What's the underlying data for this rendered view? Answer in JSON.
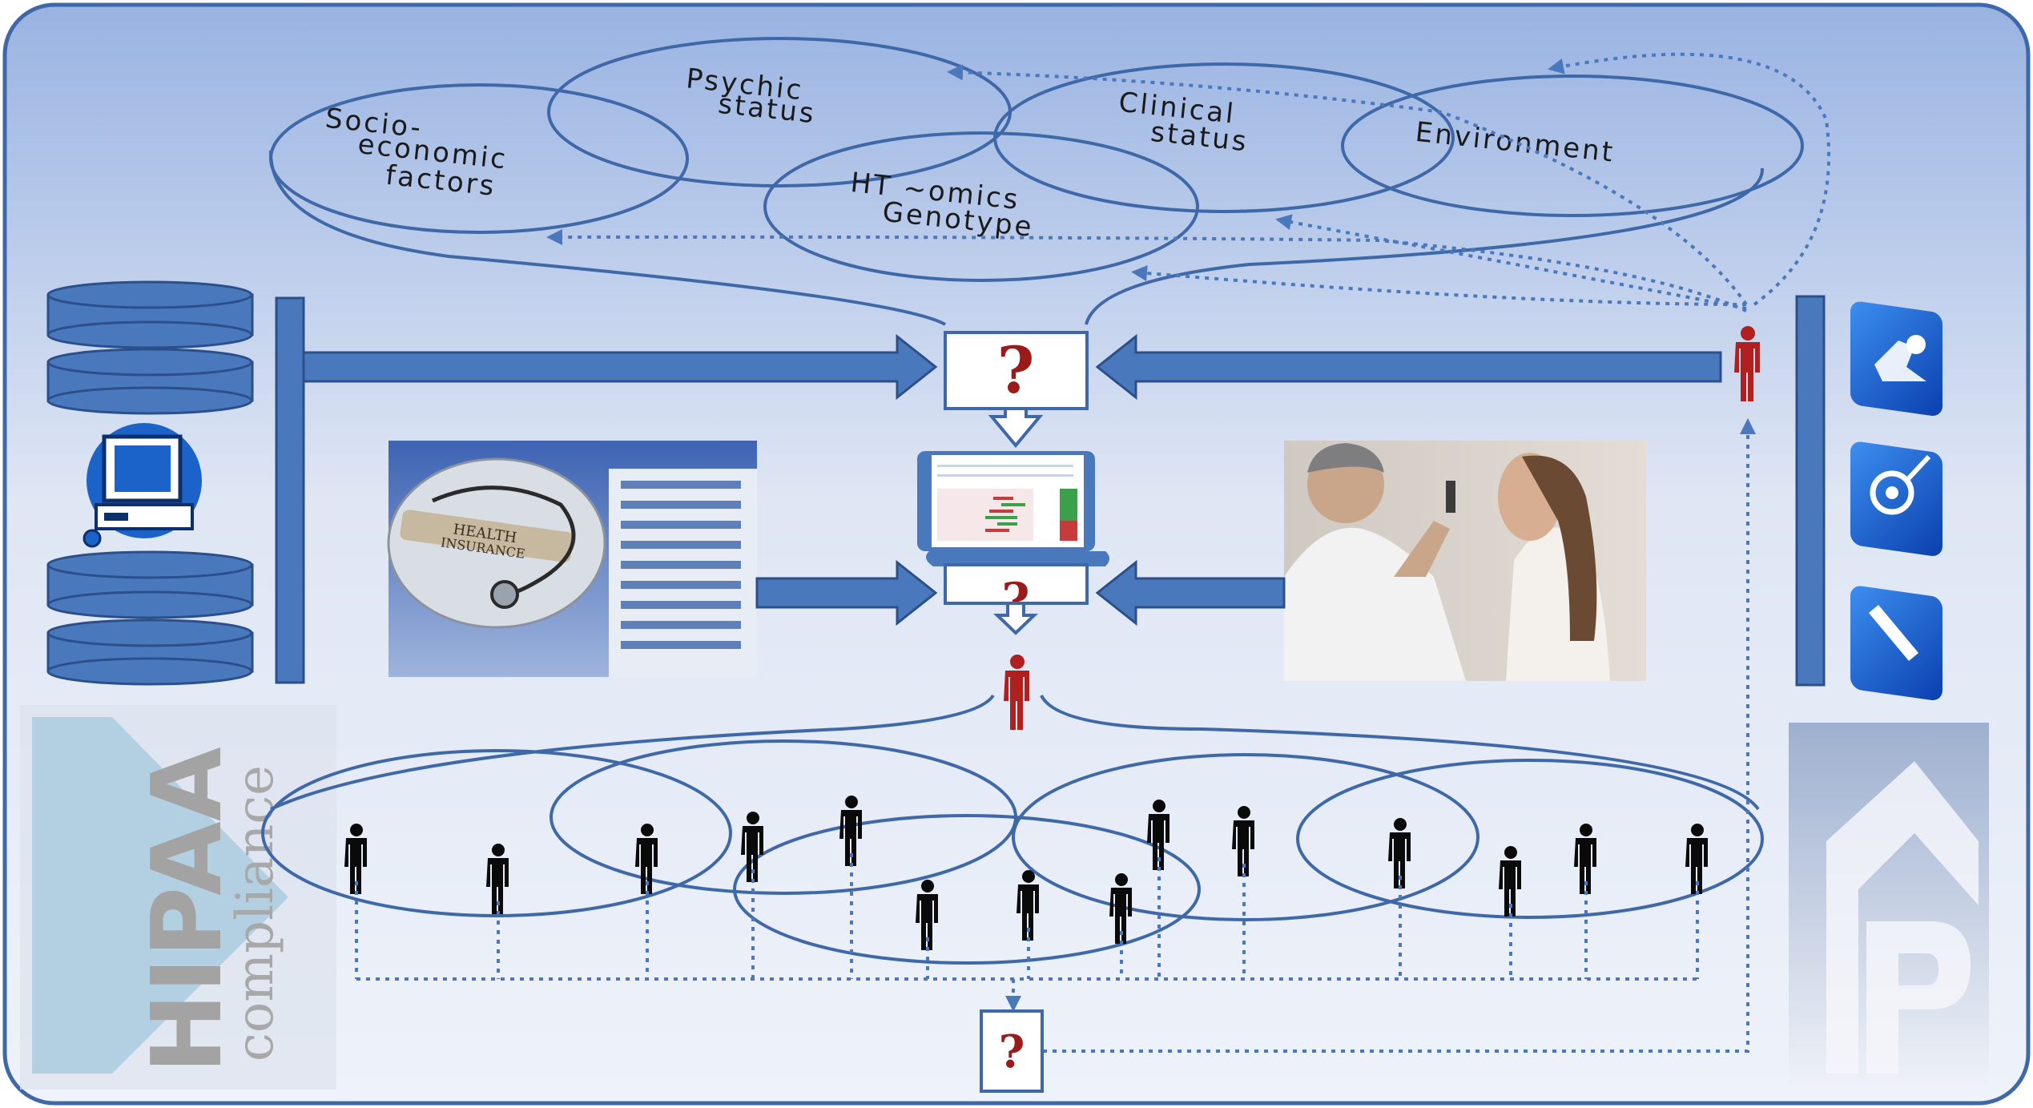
{
  "ellipse_labels": {
    "socio": [
      "Socio-",
      "economic",
      "factors"
    ],
    "psychic": [
      "Psychic",
      "status"
    ],
    "clinical": [
      "Clinical",
      "status"
    ],
    "environment": "Environment",
    "omics": [
      "HT ~omics",
      "Genotype"
    ]
  },
  "question_marks": {
    "top": "?",
    "middle": "?",
    "bottom": "?"
  },
  "images": {
    "insurance_text": [
      "HEALTH",
      "INSURANCE"
    ],
    "hipaa_main": "HIPAA",
    "hipaa_sub": "compliance"
  },
  "colors": {
    "background_top": "#9db6e3",
    "background_bottom": "#edf1f9",
    "frame": "#3f68a8",
    "accent": "#4a78bd",
    "person_red": "#b0201f",
    "person_black": "#0a0a0a"
  }
}
